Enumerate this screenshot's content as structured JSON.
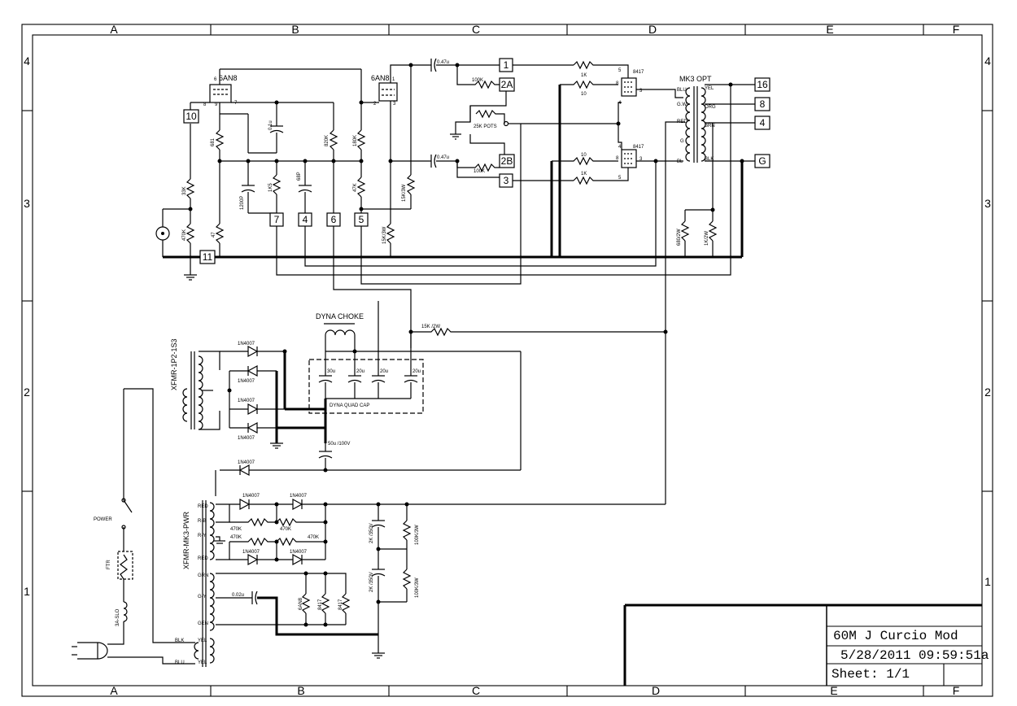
{
  "border": {
    "columns": [
      "A",
      "B",
      "C",
      "D",
      "E",
      "F"
    ],
    "rows": [
      "4",
      "3",
      "2",
      "1"
    ]
  },
  "title_block": {
    "title": "60M J Curcio Mod",
    "datetime": "5/28/2011 09:59:51a",
    "sheet": "Sheet: 1/1"
  },
  "tubes": {
    "v1": "6AN8",
    "v2": "6AN8",
    "out1": "8417",
    "out2": "8417",
    "v1_pin6": "6",
    "v1_pin8": "8",
    "v1_pin9": "9",
    "v1_pin7": "7",
    "v2_pin1": "1",
    "v2_pin2": "2",
    "v2_pin3": "3",
    "o1_pin5": "5",
    "o1_pin8": "8",
    "o1_pin4": "4",
    "o1_pin3": "3",
    "o2_pin4": "4",
    "o2_pin8": "8",
    "o2_pin5": "5",
    "o2_pin3": "3"
  },
  "terminals": {
    "t10": "10",
    "t11": "11",
    "t7": "7",
    "t4": "4",
    "t6": "6",
    "t5": "5",
    "t1": "1",
    "t2a": "2A",
    "t2b": "2B",
    "t3": "3",
    "o16": "16",
    "o8": "8",
    "o4": "4",
    "og": "G"
  },
  "components": {
    "r681": "681",
    "c01u": "0.1u",
    "r820k": "820K",
    "r180k": "180K",
    "r33k": "33K",
    "r470k": "470K",
    "r47": "47",
    "c1200p": "1200P",
    "r1k5": "1K5",
    "c68p": "68P",
    "r47k": "47K",
    "r15k3w_a": "15K/3W",
    "r15k3w_b": "15K/3W",
    "c047_a": "0.47u",
    "c047_b": "0.47u",
    "r100k_a": "100K",
    "r100k_b": "100K",
    "pots": "25K POTS",
    "r1k_a": "1K",
    "r10_a": "10",
    "r10_b": "10",
    "r1k_b": "1K",
    "opt": "MK3 OPT",
    "r680": "680/2W",
    "r1k2w": "1K/2W",
    "choke": "DYNA CHOKE",
    "r15k2w": "15K /2W",
    "c30u": "30u",
    "c20u_a": "20u",
    "c20u_b": "20u",
    "c20u_c": "20u",
    "quadcap": "DYNA QUAD CAP",
    "c50u": "50u /100V",
    "d1": "1N4007",
    "d2": "1N4007",
    "d3": "1N4007",
    "d4": "1N4007",
    "d5": "1N4007",
    "d6": "1N4007",
    "d7": "1N4007",
    "d8": "1N4007",
    "d9": "1N4007",
    "r470k_a": "470K",
    "r470k_b": "470K",
    "r470k_c": "470K",
    "r470k_d": "470K",
    "c2k_a": "2K /350V",
    "c2k_b": "2K /350V",
    "r100k3w_a": "100K/3W",
    "r100k3w_b": "100K/3W",
    "c002u": "0.02u",
    "h1": "6AN8",
    "h2": "8417",
    "h3": "8417",
    "power": "POWER",
    "ftr": "FTR",
    "fuse": "3A-SLO",
    "xfmr1": "XFMR-1P2-1S3",
    "xfmr2": "XFMR-MK3-PWR"
  },
  "opt_leads": {
    "blu": "BLU",
    "grn": "G.W",
    "red": "RED",
    "g": "G",
    "bl": "BL",
    "yel": "YEL",
    "org": "ORG",
    "brn": "BRN",
    "blk": "BLK"
  },
  "pwr_leads": {
    "red1": "RED",
    "rb": "R-B",
    "ry": "R-Y",
    "red2": "RED",
    "grn": "GRN",
    "gy": "G-Y",
    "gen": "GEN",
    "yel1": "YEL",
    "yel2": "YEL",
    "blk": "BLK",
    "blu": "BLU"
  }
}
